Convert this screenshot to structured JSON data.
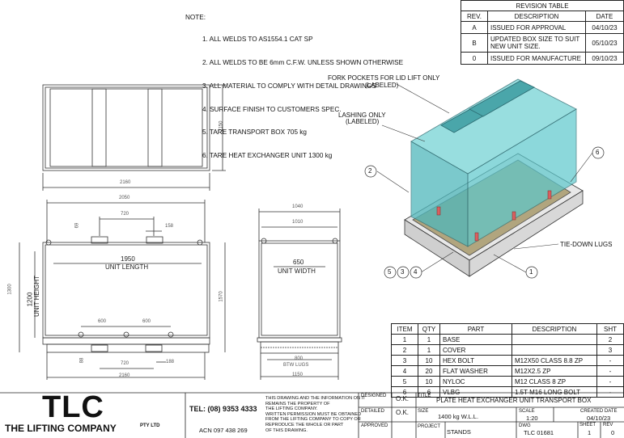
{
  "notes": {
    "heading": "NOTE:",
    "items": [
      "1. ALL WELDS TO AS1554.1 CAT SP",
      "2. ALL WELDS TO BE 6mm C.F.W. UNLESS SHOWN OTHERWISE",
      "3. ALL MATERIAL TO COMPLY WITH DETAIL DRAWINGS",
      "4. SURFACE FINISH TO CUSTOMERS SPEC.",
      "5. TARE TRANSPORT BOX 705 kg",
      "6. TARE HEAT EXCHANGER UNIT 1300 kg"
    ]
  },
  "revision_table": {
    "title": "REVISION TABLE",
    "headers": [
      "REV.",
      "DESCRIPTION",
      "DATE"
    ],
    "rows": [
      {
        "rev": "A",
        "description": "ISSUED FOR APPROVAL",
        "date": "04/10/23"
      },
      {
        "rev": "B",
        "description": "UPDATED BOX SIZE TO SUIT NEW UNIT SIZE.",
        "date": "05/10/23"
      },
      {
        "rev": "0",
        "description": "ISSUED FOR MANUFACTURE",
        "date": "09/10/23"
      }
    ]
  },
  "top_view": {
    "dim_width": "2160",
    "dim_height": "1150"
  },
  "front_view": {
    "dim_overall_top": "2050",
    "dim_720_top": "720",
    "dim_69": "69",
    "dim_158": "158",
    "dim_1950": "1950",
    "label_unit_length": "UNIT LENGTH",
    "dim_1300": "1300",
    "dim_1200": "1200",
    "label_unit_height": "UNIT HEIGHT",
    "dim_1570": "1570",
    "dim_600_left": "600",
    "dim_600_right": "600",
    "dim_88": "88",
    "dim_720_bottom": "720",
    "dim_188": "188",
    "dim_2160": "2160"
  },
  "side_view": {
    "dim_1040": "1040",
    "dim_1010": "1010",
    "dim_650": "650",
    "label_unit_width": "UNIT WIDTH",
    "dim_800": "800",
    "label_btw_lugs": "BTW LUGS",
    "dim_1150": "1150"
  },
  "iso_view": {
    "callout_fork": "FORK POCKETS FOR LID LIFT ONLY",
    "callout_fork_sub": "(LABELED)",
    "callout_lashing": "LASHING ONLY",
    "callout_lashing_sub": "(LABELED)",
    "callout_tiedown": "TIE-DOWN LUGS",
    "balloons": [
      "1",
      "2",
      "3",
      "4",
      "5",
      "6"
    ]
  },
  "bom": {
    "headers": [
      "ITEM",
      "QTY",
      "PART",
      "DESCRIPTION",
      "SHT"
    ],
    "rows": [
      {
        "item": "1",
        "qty": "1",
        "part": "BASE",
        "description": "",
        "sht": "2"
      },
      {
        "item": "2",
        "qty": "1",
        "part": "COVER",
        "description": "",
        "sht": "3"
      },
      {
        "item": "3",
        "qty": "10",
        "part": "HEX BOLT",
        "description": "M12X50 CLASS 8.8 ZP",
        "sht": "-"
      },
      {
        "item": "4",
        "qty": "20",
        "part": "FLAT WASHER",
        "description": "M12X2.5 ZP",
        "sht": "-"
      },
      {
        "item": "5",
        "qty": "10",
        "part": "NYLOC",
        "description": "M12 CLASS 8 ZP",
        "sht": "-"
      },
      {
        "item": "6",
        "qty": "6",
        "part": "VLBG",
        "description": "1.5T M16 LONG BOLT",
        "sht": "-"
      }
    ]
  },
  "title_block": {
    "logo": "TLC",
    "company": "THE LIFTING COMPANY",
    "company_suffix": "PTY LTD",
    "tel": "TEL: (08) 9353 4333",
    "acn": "ACN 097 438 269",
    "copyright_lines": [
      "THIS DRAWING AND THE INFORMATION ON IT",
      "REMAINS THE PROPERTY OF",
      "THE LIFTING COMPANY.",
      "WRITTEN PERMISSION MUST BE OBTAINED",
      "FROM THE LIFTING COMPANY TO COPY OR",
      "REPRODUCE THE WHOLE OR PART",
      "OF THIS DRAWING."
    ],
    "designed_label": "DESIGNED",
    "designed_value": "O.K.",
    "detailed_label": "DETAILED",
    "detailed_value": "O.K.",
    "approved_label": "APPROVED",
    "title_label": "TITLE",
    "title_value": "PLATE HEAT EXCHANGER UNIT TRANSPORT BOX",
    "size_label": "SIZE",
    "size_value": "1400 kg W.L.L.",
    "scale_label": "SCALE",
    "scale_value": "1:20",
    "created_label": "CREATED DATE",
    "created_value": "04/10/23",
    "project_label": "PROJECT",
    "project_value": "STANDS",
    "dwg_label": "DWG",
    "dwg_value": "TLC 01681",
    "sheet_label": "SHEET",
    "sheet_value": "1",
    "rev_label": "REV",
    "rev_value": "0"
  }
}
